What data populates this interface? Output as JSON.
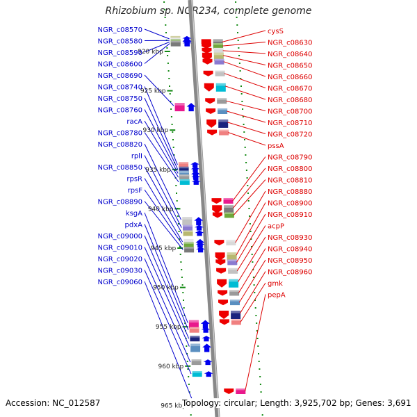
{
  "title": "Rhizobium sp. NGR234, complete genome",
  "footer": {
    "accession": "Accession: NC_012587",
    "topology": "Topology: circular; Length: 3,925,702 bp; Genes: 3,691"
  },
  "colors": {
    "left_label": "#0000cc",
    "right_label": "#dd0000",
    "tick": "#118811",
    "backbone": "#888888"
  },
  "kbp_marks": [
    {
      "label": "920 kbp",
      "kbp": 920
    },
    {
      "label": "925 kbp",
      "kbp": 925
    },
    {
      "label": "930 kbp",
      "kbp": 930
    },
    {
      "label": "935 kbp",
      "kbp": 935
    },
    {
      "label": "940 kbp",
      "kbp": 940
    },
    {
      "label": "945 kbp",
      "kbp": 945
    },
    {
      "label": "950 kbp",
      "kbp": 950
    },
    {
      "label": "955 kbp",
      "kbp": 955
    },
    {
      "label": "960 kbp",
      "kbp": 960
    },
    {
      "label": "965 kbp",
      "kbp": 965
    }
  ],
  "left_genes": [
    {
      "label": "NGR_c08570",
      "kbp": 918.4
    },
    {
      "label": "NGR_c08580",
      "kbp": 918.6
    },
    {
      "label": "NGR_c08590",
      "kbp": 918.8
    },
    {
      "label": "NGR_c08600",
      "kbp": 919.0
    },
    {
      "label": "NGR_c08690",
      "kbp": 926.9
    },
    {
      "label": "NGR_c08740",
      "kbp": 934.4
    },
    {
      "label": "NGR_c08750",
      "kbp": 935.0
    },
    {
      "label": "NGR_c08760",
      "kbp": 935.5
    },
    {
      "label": "racA",
      "kbp": 936.0
    },
    {
      "label": "NGR_c08780",
      "kbp": 936.6
    },
    {
      "label": "NGR_c08820",
      "kbp": 941.4
    },
    {
      "label": "rplI",
      "kbp": 942.4
    },
    {
      "label": "NGR_c08850",
      "kbp": 943.1
    },
    {
      "label": "rpsR",
      "kbp": 944.2
    },
    {
      "label": "rpsF",
      "kbp": 944.6
    },
    {
      "label": "NGR_c08890",
      "kbp": 945.2
    },
    {
      "label": "ksgA",
      "kbp": 954.5
    },
    {
      "label": "pdxA",
      "kbp": 955.4
    },
    {
      "label": "NGR_c09000",
      "kbp": 956.5
    },
    {
      "label": "NGR_c09010",
      "kbp": 957.5
    },
    {
      "label": "NGR_c09020",
      "kbp": 959.5
    },
    {
      "label": "NGR_c09030",
      "kbp": 961.0
    },
    {
      "label": "NGR_c09060",
      "kbp": 964.5
    }
  ],
  "right_genes": [
    {
      "label": "cysS",
      "kbp": 918.8
    },
    {
      "label": "NGR_c08630",
      "kbp": 919.3
    },
    {
      "label": "NGR_c08640",
      "kbp": 919.9
    },
    {
      "label": "NGR_c08650",
      "kbp": 920.5
    },
    {
      "label": "NGR_c08660",
      "kbp": 921.3
    },
    {
      "label": "NGR_c08670",
      "kbp": 922.8
    },
    {
      "label": "NGR_c08680",
      "kbp": 924.4
    },
    {
      "label": "NGR_c08700",
      "kbp": 926.3
    },
    {
      "label": "NGR_c08710",
      "kbp": 927.6
    },
    {
      "label": "NGR_c08720",
      "kbp": 929.0
    },
    {
      "label": "pssA",
      "kbp": 930.3
    },
    {
      "label": "NGR_c08790",
      "kbp": 939.0
    },
    {
      "label": "NGR_c08800",
      "kbp": 939.9
    },
    {
      "label": "NGR_c08810",
      "kbp": 940.8
    },
    {
      "label": "NGR_c08880",
      "kbp": 944.3
    },
    {
      "label": "NGR_c08900",
      "kbp": 945.9
    },
    {
      "label": "NGR_c08910",
      "kbp": 946.8
    },
    {
      "label": "acpP",
      "kbp": 947.9
    },
    {
      "label": "NGR_c08930",
      "kbp": 949.3
    },
    {
      "label": "NGR_c08940",
      "kbp": 950.7
    },
    {
      "label": "NGR_c08950",
      "kbp": 951.9
    },
    {
      "label": "NGR_c08960",
      "kbp": 953.3
    },
    {
      "label": "gmk",
      "kbp": 954.4
    },
    {
      "label": "pepA",
      "kbp": 963.2
    }
  ]
}
